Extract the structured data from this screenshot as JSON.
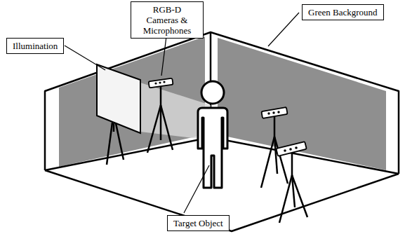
{
  "diagram": {
    "nodes": [
      {
        "text": [
          "RGB-D Cameras & Microphones"
        ]
      },
      {
        "text": [
          "Green Background"
        ]
      },
      {
        "text": [
          "Illumination"
        ]
      },
      {
        "text": [
          "Target Object"
        ]
      }
    ]
  }
}
